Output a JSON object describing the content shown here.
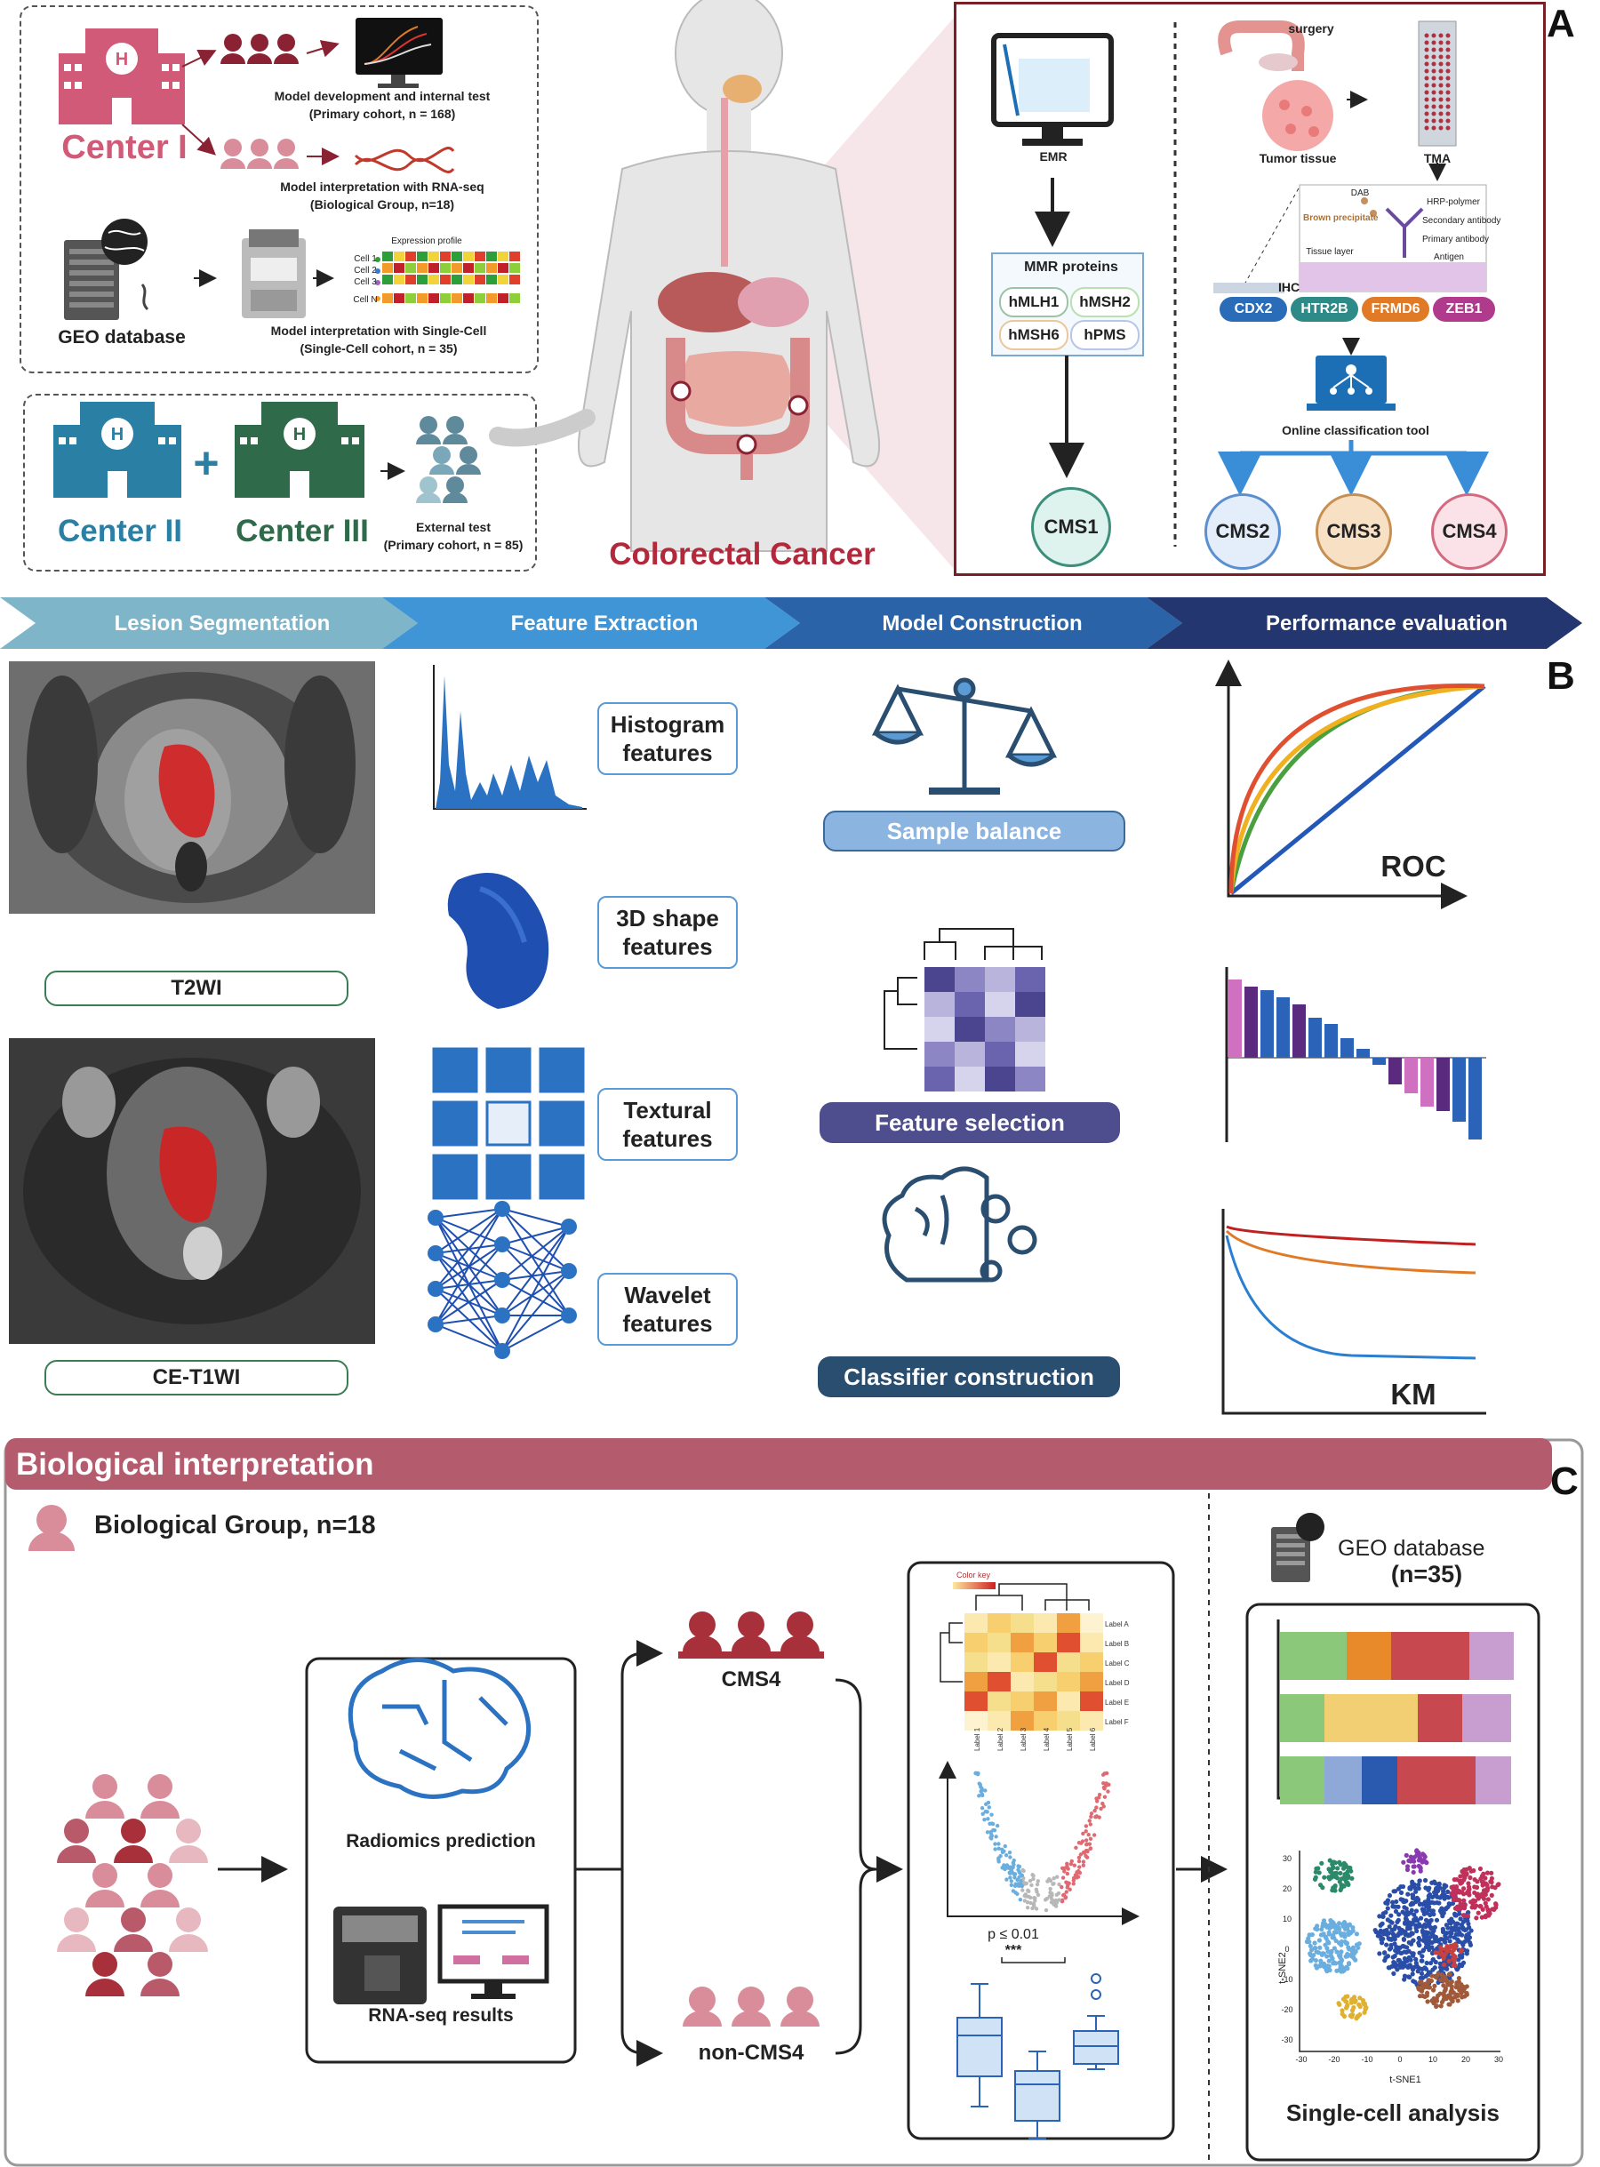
{
  "panel_letters": {
    "a": "A",
    "b": "B",
    "c": "C"
  },
  "panel_a": {
    "center1": "Center I",
    "model_dev": "Model development and internal test",
    "model_dev_sub": "(Primary cohort, n = 168)",
    "rna_interp": "Model interpretation with RNA-seq",
    "rna_interp_sub": "(Biological Group, n=18)",
    "geo": "GEO database",
    "expr_profile": "Expression profile",
    "cells": [
      "Cell 1",
      "Cell 2",
      "Cell 3",
      "Cell N"
    ],
    "sc_interp": "Model interpretation with Single-Cell",
    "sc_interp_sub": "(Single-Cell cohort, n = 35)",
    "center2": "Center II",
    "plus": "+",
    "center3": "Center III",
    "external": "External test",
    "external_sub": "(Primary cohort, n = 85)",
    "colorectal": "Colorectal Cancer",
    "emr": "EMR",
    "mmr_title": "MMR proteins",
    "mmr_items": [
      "hMLH1",
      "hMSH2",
      "hMSH6",
      "hPMS"
    ],
    "cms1": "CMS1",
    "surgery": "surgery",
    "tumor_tissue": "Tumor tissue",
    "tma": "TMA",
    "ihc_labels": [
      "DAB",
      "Brown precipitate",
      "HRP-polymer",
      "Secondary antibody",
      "Primary antibody",
      "Tissue layer",
      "Antigen"
    ],
    "ihc": "IHC",
    "markers": [
      "CDX2",
      "HTR2B",
      "FRMD6",
      "ZEB1"
    ],
    "marker_colors": [
      "#2b6cb8",
      "#2e8a86",
      "#e07a26",
      "#b03a8c"
    ],
    "online_tool": "Online classification tool",
    "cms2": "CMS2",
    "cms3": "CMS3",
    "cms4": "CMS4"
  },
  "steps": [
    "Lesion Segmentation",
    "Feature Extraction",
    "Model Construction",
    "Performance evaluation"
  ],
  "step_colors": [
    "#7fb5c9",
    "#3f95d6",
    "#2a63a8",
    "#23366f"
  ],
  "panel_b": {
    "t2wi": "T2WI",
    "cet1wi": "CE-T1WI",
    "features": [
      "Histogram\nfeatures",
      "3D shape\nfeatures",
      "Textural\nfeatures",
      "Wavelet\nfeatures"
    ],
    "sample_balance": "Sample balance",
    "feature_selection": "Feature selection",
    "classifier": "Classifier construction",
    "roc": "ROC",
    "km": "KM"
  },
  "panel_c": {
    "title": "Biological interpretation",
    "group": "Biological Group, n=18",
    "radiomics": "Radiomics prediction",
    "rnaseq": "RNA-seq results",
    "cms4": "CMS4",
    "noncms4": "non-CMS4",
    "color_key": "Color key",
    "heat_labels": [
      "Label A",
      "Label B",
      "Label C",
      "Label D",
      "Label E",
      "Label F"
    ],
    "heat_xlabels": [
      "Label 1",
      "Label 2",
      "Label 3",
      "Label 4",
      "Label 5",
      "Label 6"
    ],
    "pval": "p ≤ 0.01",
    "stars": "***",
    "geo": "GEO database",
    "geo_n": "(n=35)",
    "tsne_x": "t-SNE1",
    "tsne_y": "t-SNE2",
    "tsne_ticks": [
      "-30",
      "-20",
      "-10",
      "0",
      "10",
      "20",
      "30"
    ],
    "tsne_yticks": [
      "30",
      "20",
      "10",
      "0",
      "-10",
      "-20",
      "-30"
    ],
    "single_cell": "Single-cell analysis"
  }
}
